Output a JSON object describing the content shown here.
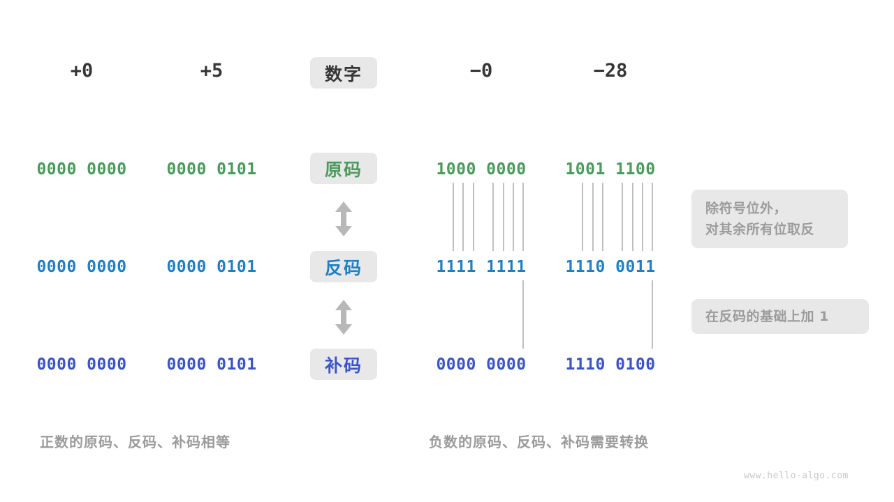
{
  "page": {
    "background": "#ffffff",
    "watermark": "www.hello-algo.com"
  },
  "colors": {
    "true_form": "#4a9a5c",
    "ones_complement": "#1f7fc4",
    "twos_complement": "#3b53c9",
    "badge_bg": "#e8e8e8",
    "note_text": "#9b9b9b",
    "header_text": "#363636",
    "connector_line": "#808080"
  },
  "header": {
    "label": "数字",
    "columns": [
      {
        "name": "plus-zero",
        "value": "+0"
      },
      {
        "name": "plus-five",
        "value": "+5"
      },
      {
        "name": "minus-zero",
        "value": "−0"
      },
      {
        "name": "minus-twentyeight",
        "value": "−28"
      }
    ]
  },
  "rows": [
    {
      "key": "true-form",
      "label": "原码",
      "color": "#4a9a5c",
      "cells": [
        "0000 0000",
        "0000 0101",
        "1000 0000",
        "1001 1100"
      ]
    },
    {
      "key": "ones-complement",
      "label": "反码",
      "color": "#1f7fc4",
      "cells": [
        "0000 0000",
        "0000 0101",
        "1111 1111",
        "1110 0011"
      ]
    },
    {
      "key": "twos-complement",
      "label": "补码",
      "color": "#3b53c9",
      "cells": [
        "0000 0000",
        "0000 0101",
        "0000 0000",
        "1110 0100"
      ]
    }
  ],
  "notes": [
    {
      "key": "invert-note",
      "lines": [
        "除符号位外，",
        "对其余所有位取反"
      ]
    },
    {
      "key": "add-one-note",
      "lines": [
        "在反码的基础上加  1"
      ]
    }
  ],
  "captions": {
    "left": "正数的原码、反码、补码相等",
    "right": "负数的原码、反码、补码需要转换"
  },
  "arrows": {
    "between_row1_row2": "double-headed-vertical-arrow",
    "between_row2_row3": "double-headed-vertical-arrow"
  }
}
